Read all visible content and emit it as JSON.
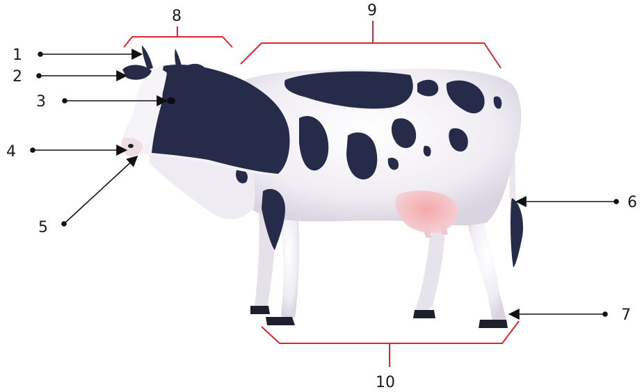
{
  "labels": {
    "l1": "1",
    "l2": "2",
    "l3": "3",
    "l4": "4",
    "l5": "5",
    "l6": "6",
    "l7": "7",
    "l8": "8",
    "l9": "9",
    "l10": "10"
  },
  "colors": {
    "bracket": "#e0242b",
    "arrow": "#111111",
    "spots": "#262b4a",
    "udder": "#f2b7b9"
  },
  "image": "cow-illustration"
}
